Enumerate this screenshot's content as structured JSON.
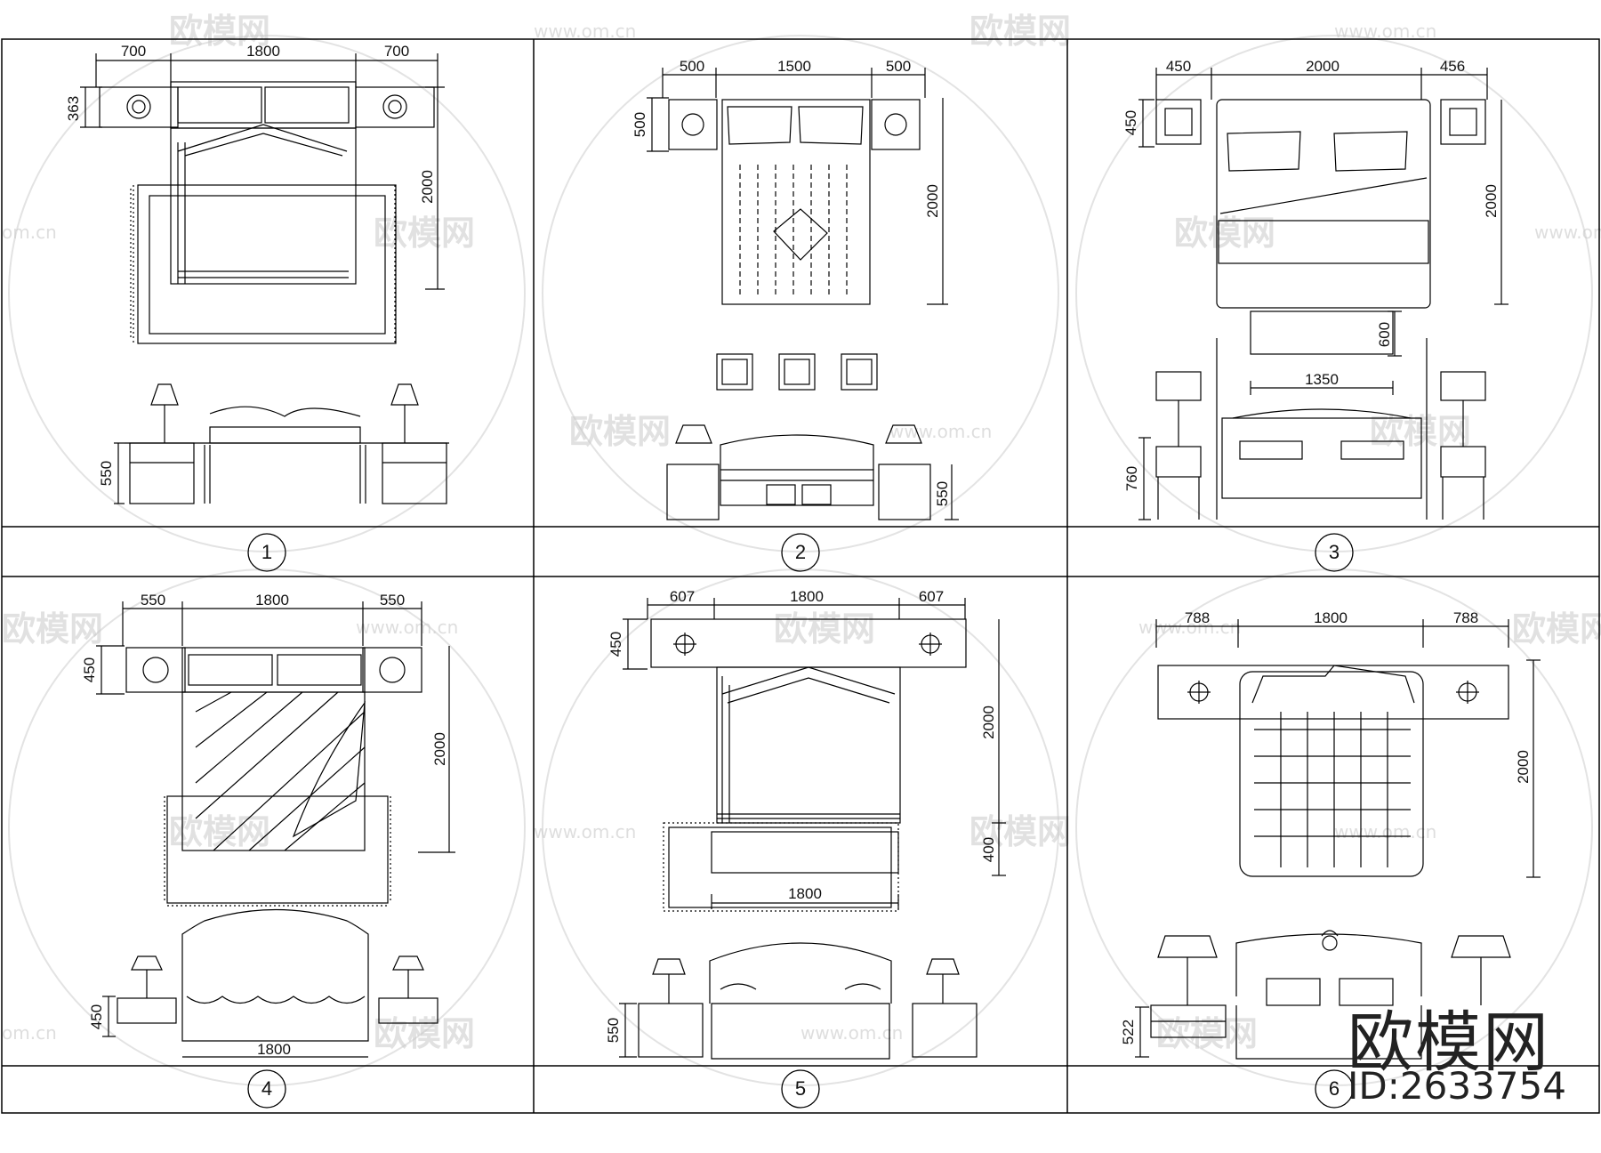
{
  "panels": [
    {
      "number": "1",
      "top_dims": [
        "700",
        "1800",
        "700"
      ],
      "side_dims": [
        "363",
        "2000"
      ],
      "elev_dims": [
        "550"
      ]
    },
    {
      "number": "2",
      "top_dims": [
        "500",
        "1500",
        "500"
      ],
      "side_dims": [
        "500",
        "2000"
      ],
      "elev_dims": [
        "550"
      ]
    },
    {
      "number": "3",
      "top_dims": [
        "450",
        "2000",
        "456"
      ],
      "side_dims": [
        "450",
        "2000",
        "600"
      ],
      "extra_dims": [
        "1350"
      ],
      "elev_dims": [
        "760"
      ]
    },
    {
      "number": "4",
      "top_dims": [
        "550",
        "1800",
        "550"
      ],
      "side_dims": [
        "450",
        "2000"
      ],
      "elev_dims": [
        "450"
      ],
      "bottom_dims": [
        "1800"
      ]
    },
    {
      "number": "5",
      "top_dims": [
        "607",
        "1800",
        "607"
      ],
      "side_dims": [
        "450",
        "2000",
        "400"
      ],
      "extra_dims": [
        "1800"
      ],
      "elev_dims": [
        "550"
      ]
    },
    {
      "number": "6",
      "top_dims": [
        "788",
        "1800",
        "788"
      ],
      "side_dims": [
        "2000"
      ],
      "elev_dims": [
        "522"
      ]
    }
  ],
  "watermark": {
    "cn_text": "欧模网",
    "url_text": "www.om.cn",
    "short_url": "om.cn"
  },
  "brand": {
    "name": "欧模网",
    "id_label": "ID:2633754"
  }
}
